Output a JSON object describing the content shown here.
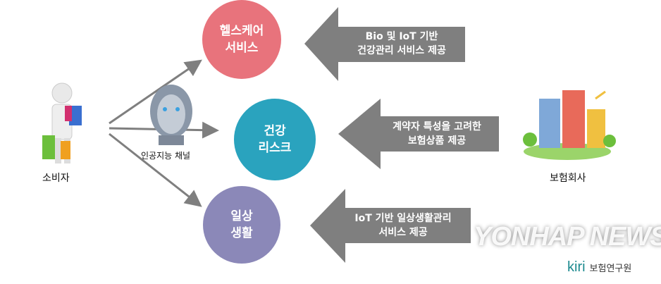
{
  "nodes": {
    "healthcare": [
      "헬스케어",
      "서비스"
    ],
    "health_risk": [
      "건강",
      "리스크"
    ],
    "daily_life": [
      "일상",
      "생활"
    ]
  },
  "arrows": {
    "top": [
      "Bio 및 IoT 기반",
      "건강관리 서비스 제공"
    ],
    "middle": [
      "계약자 특성을 고려한",
      "보험상품 제공"
    ],
    "bottom": [
      "IoT 기반 일상생활관리",
      "서비스 제공"
    ]
  },
  "labels": {
    "consumer": "소비자",
    "ai_channel": "인공지능 채널",
    "insurer": "보험회사"
  },
  "watermark": "YONHAP NEWS",
  "source": {
    "logo": "kiri",
    "name": "보험연구원"
  },
  "colors": {
    "pink": "#e8737c",
    "teal": "#2aa3be",
    "purple": "#8b88b8",
    "arrow": "#7f7f7f",
    "kiri": "#1d8a8f"
  }
}
